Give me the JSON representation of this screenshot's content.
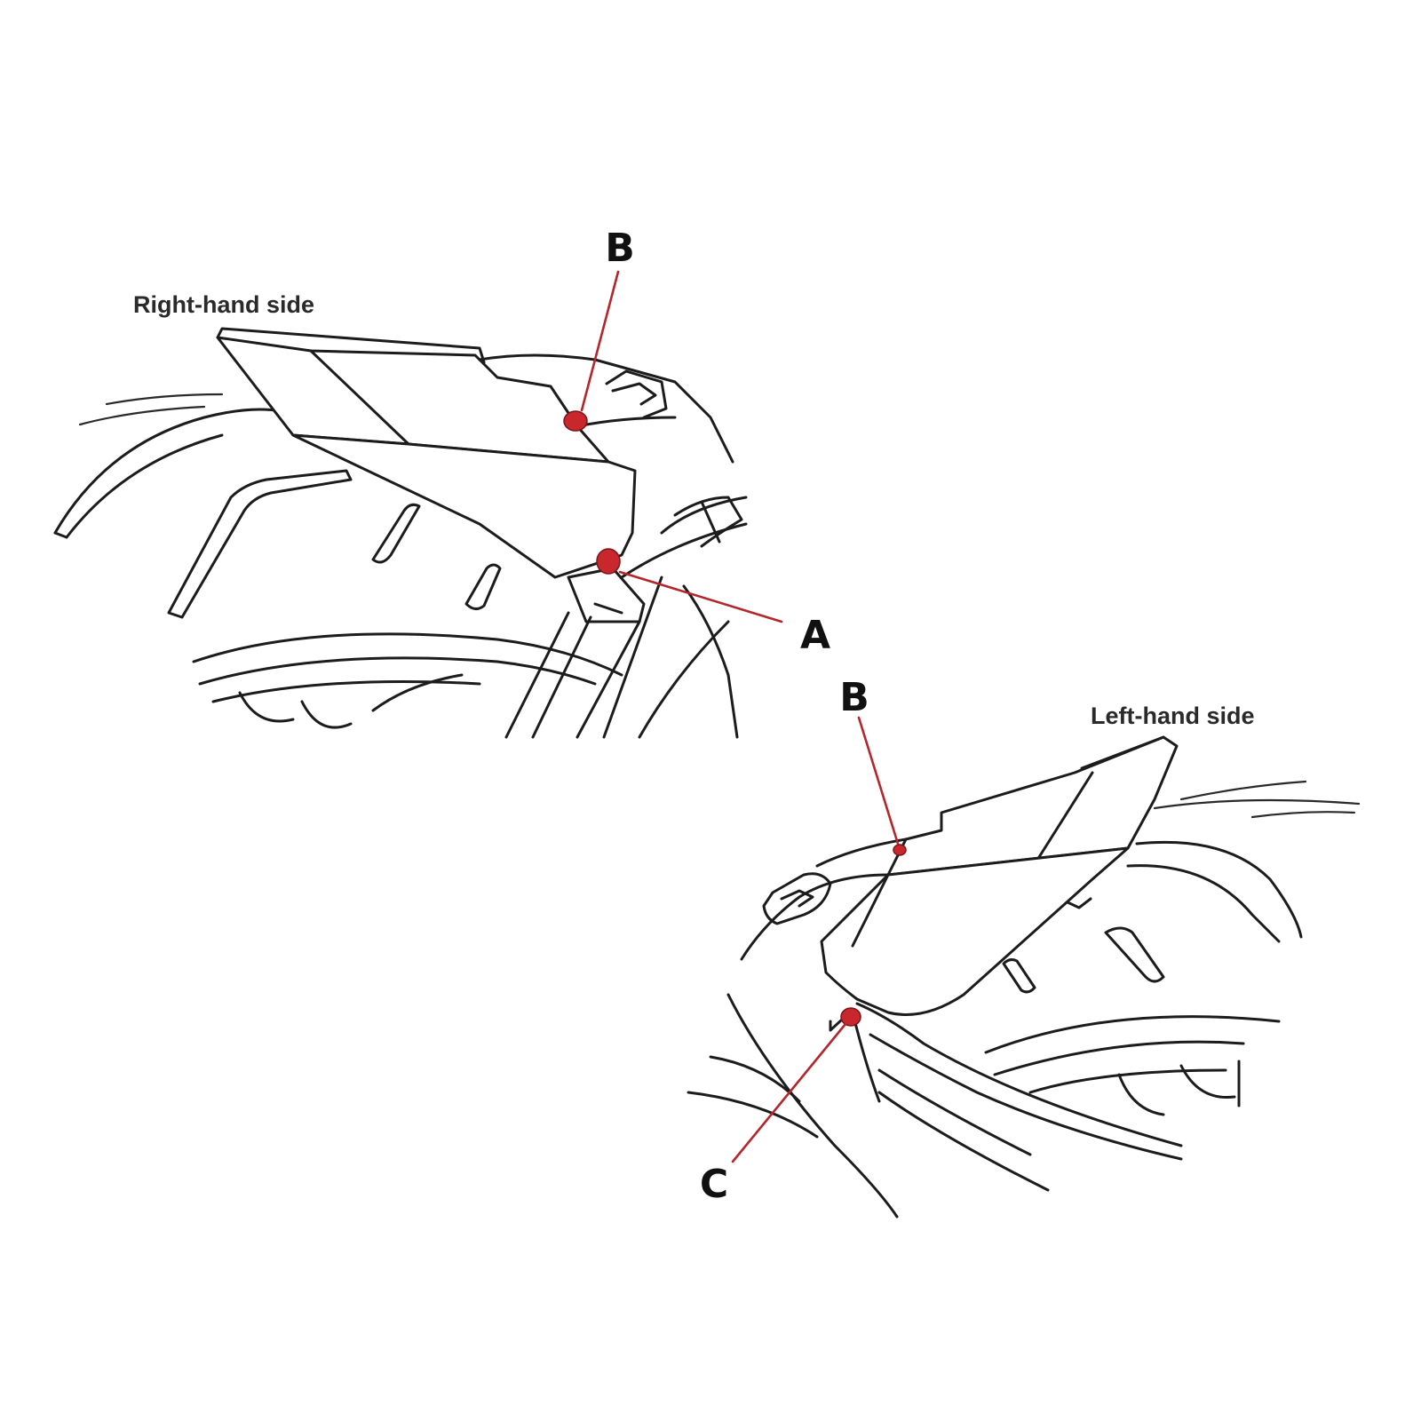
{
  "views": [
    {
      "caption": "Right-hand side",
      "callouts": [
        "B",
        "A"
      ]
    },
    {
      "caption": "Left-hand side",
      "callouts": [
        "B",
        "C"
      ]
    }
  ],
  "colors": {
    "fastener": "#c8282d",
    "leader": "#b3262b",
    "line_art": "#1c1c1c",
    "background": "#ffffff"
  }
}
